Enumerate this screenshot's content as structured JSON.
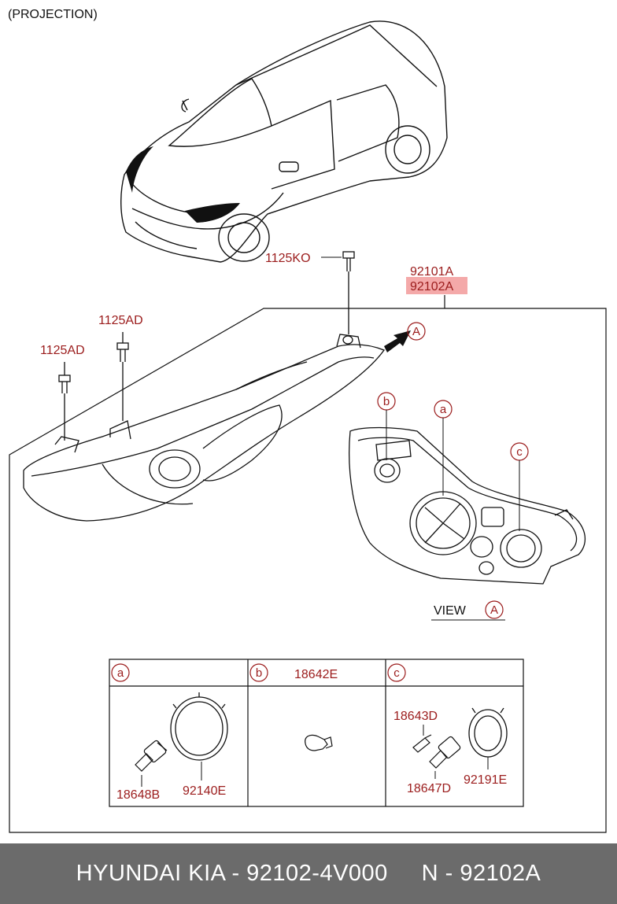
{
  "header_note": "(PROJECTION)",
  "parts": {
    "bolt_top": "1125KO",
    "bolt_mid": "1125AD",
    "bolt_left": "1125AD",
    "assembly_lh": "92101A",
    "assembly_rh": "92102A",
    "view_ref": "A",
    "callout_a": "a",
    "callout_b": "b",
    "callout_c": "c"
  },
  "view_label": {
    "word": "VIEW",
    "ref": "A"
  },
  "table": {
    "cell_a": {
      "tag": "a",
      "bulb": "18648B",
      "cover": "92140E"
    },
    "cell_b": {
      "tag": "b",
      "bulb": "18642E"
    },
    "cell_c": {
      "tag": "c",
      "bulb_small": "18643D",
      "bulb_main": "18647D",
      "cover": "92191E"
    }
  },
  "colors": {
    "label_red": "#9b1c1c",
    "highlight": "#f4a9a9",
    "footer_bg": "#6b6b6b"
  },
  "footer": {
    "text": "HYUNDAI KIA - 92102-4V000     N - 92102A"
  }
}
